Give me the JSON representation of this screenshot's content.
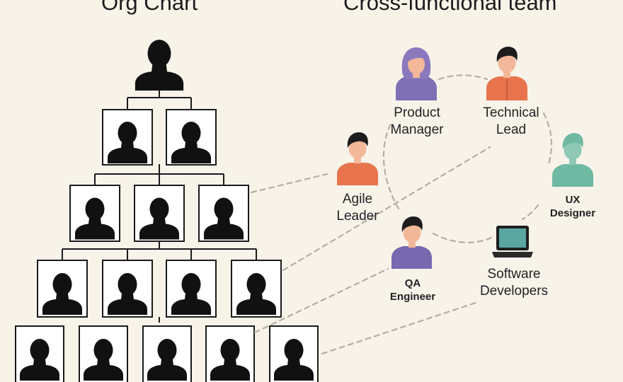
{
  "titles": {
    "org_chart": "Org Chart",
    "cross_team": "Cross-functional team"
  },
  "roles": {
    "product_manager": [
      "Product",
      "Manager"
    ],
    "technical_lead": [
      "Technical",
      "Lead"
    ],
    "agile_leader": [
      "Agile",
      "Leader"
    ],
    "ux_designer": [
      "UX",
      "Designer"
    ],
    "qa_engineer": [
      "QA",
      "Engineer"
    ],
    "software_developers": [
      "Software",
      "Developers"
    ]
  },
  "icons": {
    "product_manager": "woman-avatar-icon",
    "technical_lead": "man-avatar-icon",
    "agile_leader": "man-avatar-icon",
    "ux_designer": "man-avatar-icon",
    "qa_engineer": "man-avatar-icon",
    "software_developers": "laptop-icon"
  },
  "colors": {
    "background": "#f8f3e9",
    "org_silhouette": "#111111",
    "product_manager": "#7f6fb4",
    "technical_lead": "#e8744e",
    "agile_leader": "#e8744e",
    "ux_designer": "#6fb9a3",
    "qa_engineer": "#7868b0",
    "connector": "#b5ada1"
  }
}
